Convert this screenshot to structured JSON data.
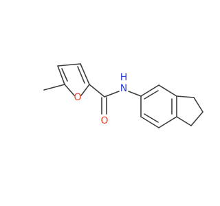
{
  "molecule": {
    "atoms": {
      "furan_oxygen": {
        "symbol": "O",
        "color": "#e8402a"
      },
      "carbonyl_oxygen": {
        "symbol": "O",
        "color": "#e8402a"
      },
      "amide_nitrogen": {
        "symbol": "N",
        "color": "#2a3fd8"
      },
      "amide_hydrogen": {
        "symbol": "H",
        "color": "#2a3fd8"
      }
    },
    "bond_color": "#3c3c3c"
  }
}
